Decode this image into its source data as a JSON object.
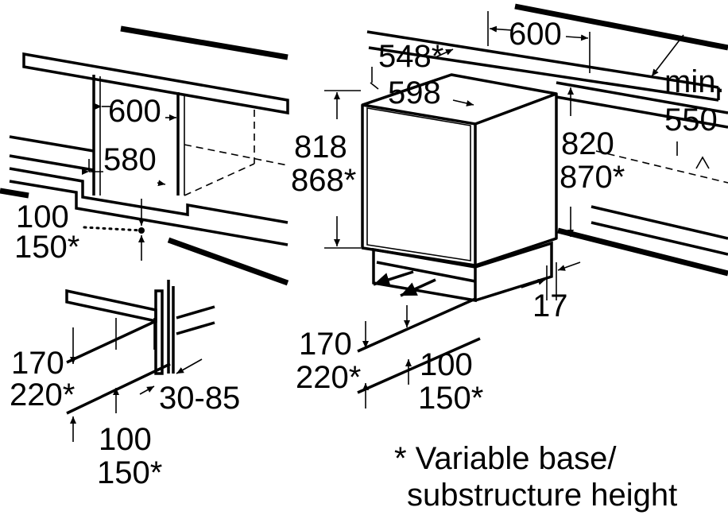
{
  "left_view": {
    "niche_width": "600",
    "inner_width": "580",
    "plinth_height_a": "100",
    "plinth_height_b": "150*"
  },
  "left_detail": {
    "height_a": "170",
    "height_b": "220*",
    "depth_range": "30-85",
    "plinth_a": "100",
    "plinth_b": "150*"
  },
  "appliance": {
    "depth_outer": "548*",
    "width": "598",
    "height_a": "818",
    "height_b": "868*",
    "recess_depth": "17",
    "base_height_a": "170",
    "base_height_b": "220*",
    "plinth_a": "100",
    "plinth_b": "150*"
  },
  "niche": {
    "width": "600",
    "height_a": "820",
    "height_b": "870*",
    "min_label": "min.",
    "min_depth": "550"
  },
  "footnote": {
    "line1": "* Variable base/",
    "line2": "substructure height"
  }
}
